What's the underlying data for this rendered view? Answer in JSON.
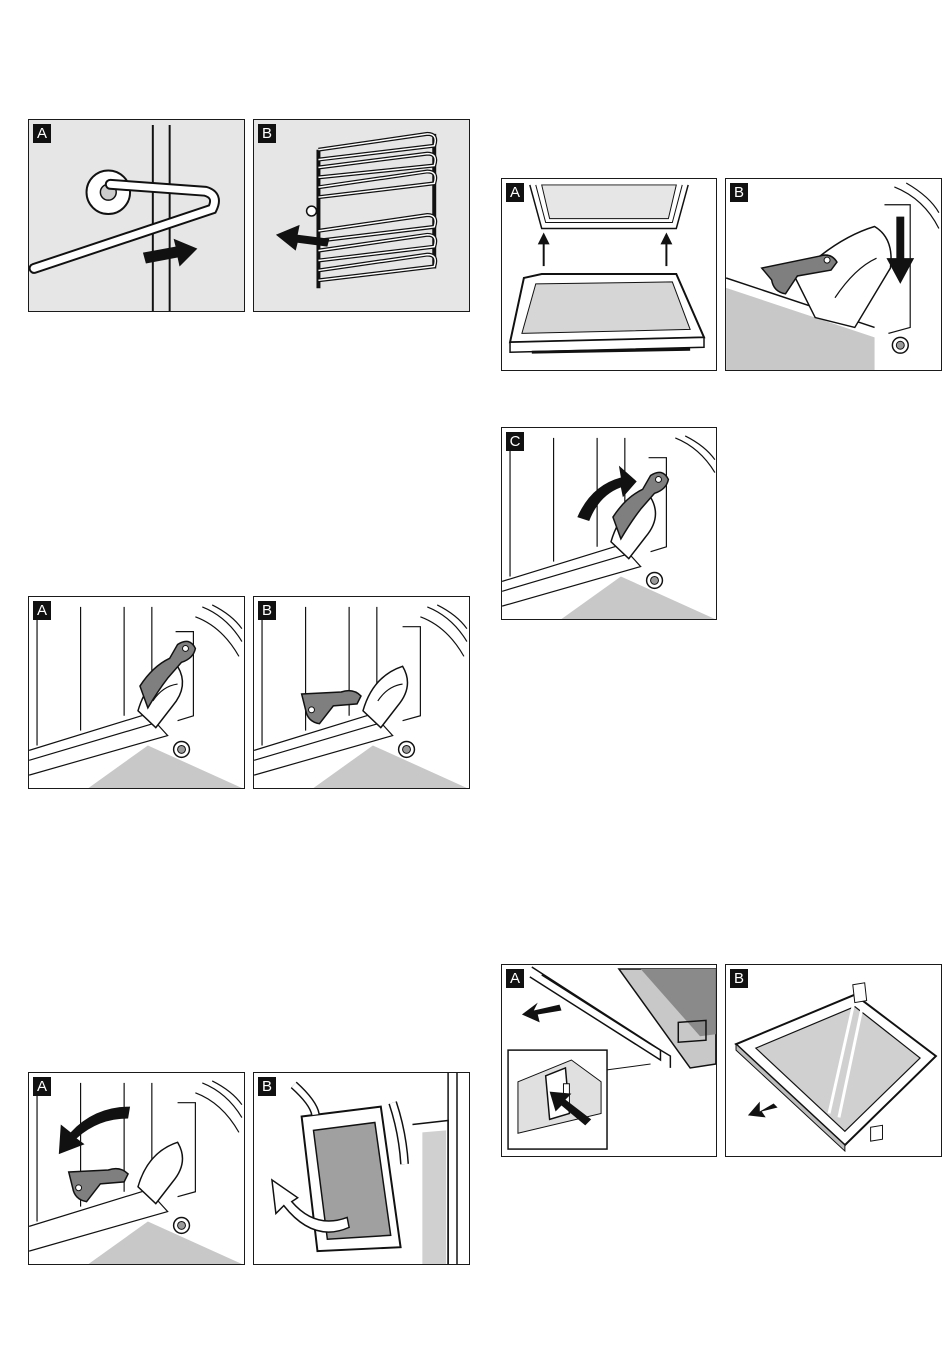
{
  "figures": [
    {
      "id": "fig1",
      "panels": [
        {
          "label": "A",
          "scene": "hook-rail-pull"
        },
        {
          "label": "B",
          "scene": "shelf-rack-remove"
        }
      ]
    },
    {
      "id": "fig2",
      "panels": [
        {
          "label": "A",
          "scene": "hinge-lever-closed"
        },
        {
          "label": "B",
          "scene": "hinge-lever-open"
        }
      ]
    },
    {
      "id": "fig3",
      "panels": [
        {
          "label": "A",
          "scene": "hinge-lever-rotate-down"
        },
        {
          "label": "B",
          "scene": "door-lift-off"
        }
      ]
    },
    {
      "id": "fig4",
      "panels": [
        {
          "label": "A",
          "scene": "door-hang-on-hinges"
        },
        {
          "label": "B",
          "scene": "hinge-lever-push-down"
        }
      ]
    },
    {
      "id": "fig5",
      "panels": [
        {
          "label": "C",
          "scene": "hinge-lever-rotate-up"
        }
      ]
    },
    {
      "id": "fig6",
      "panels": [
        {
          "label": "A",
          "scene": "glass-cover-release"
        },
        {
          "label": "B",
          "scene": "glass-pane-remove"
        }
      ]
    }
  ],
  "colors": {
    "panel_border": "#1a1a1a",
    "shade": "#e6e6e6",
    "lever": "#7f7f7f",
    "arrow": "#111111"
  }
}
